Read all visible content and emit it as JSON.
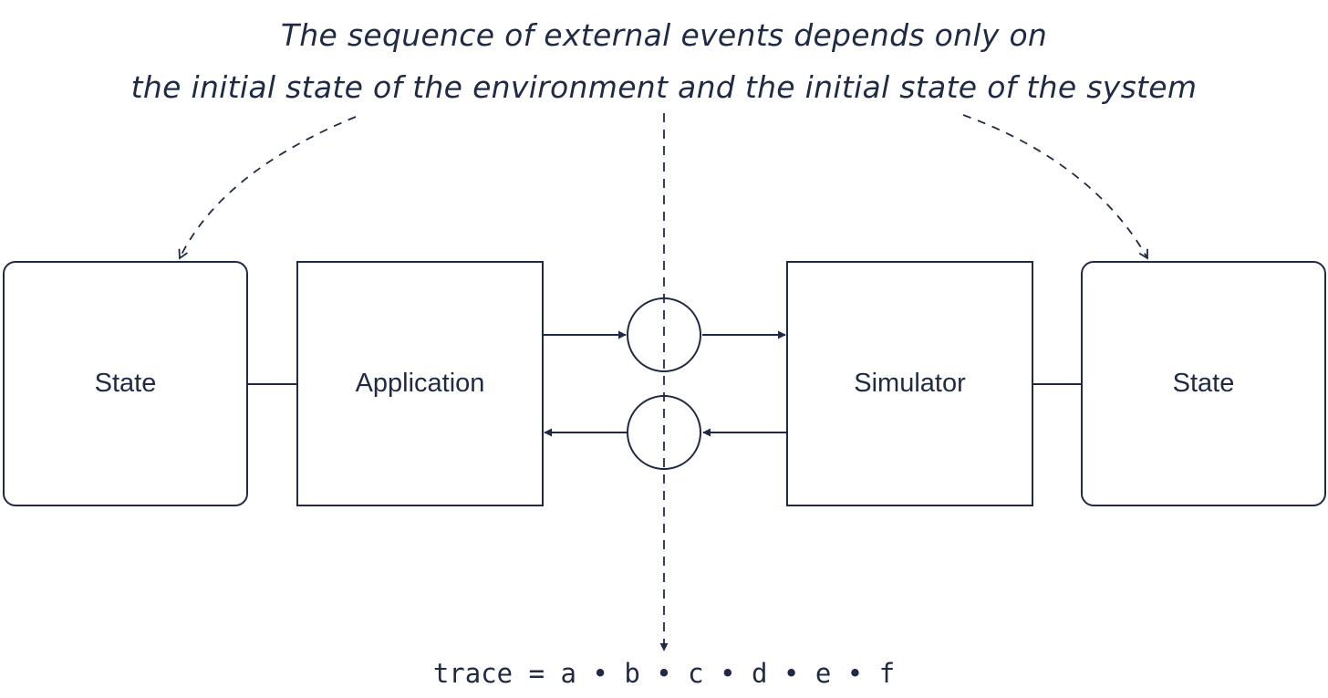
{
  "caption": {
    "line1": "The sequence of external events depends only on",
    "line2": "the initial state of the environment and the initial state of the system"
  },
  "boxes": {
    "state_left": "State",
    "application": "Application",
    "simulator": "Simulator",
    "state_right": "State"
  },
  "trace": "trace = a • b • c • d • e • f",
  "colors": {
    "ink": "#1f2a44",
    "background": "#ffffff"
  }
}
